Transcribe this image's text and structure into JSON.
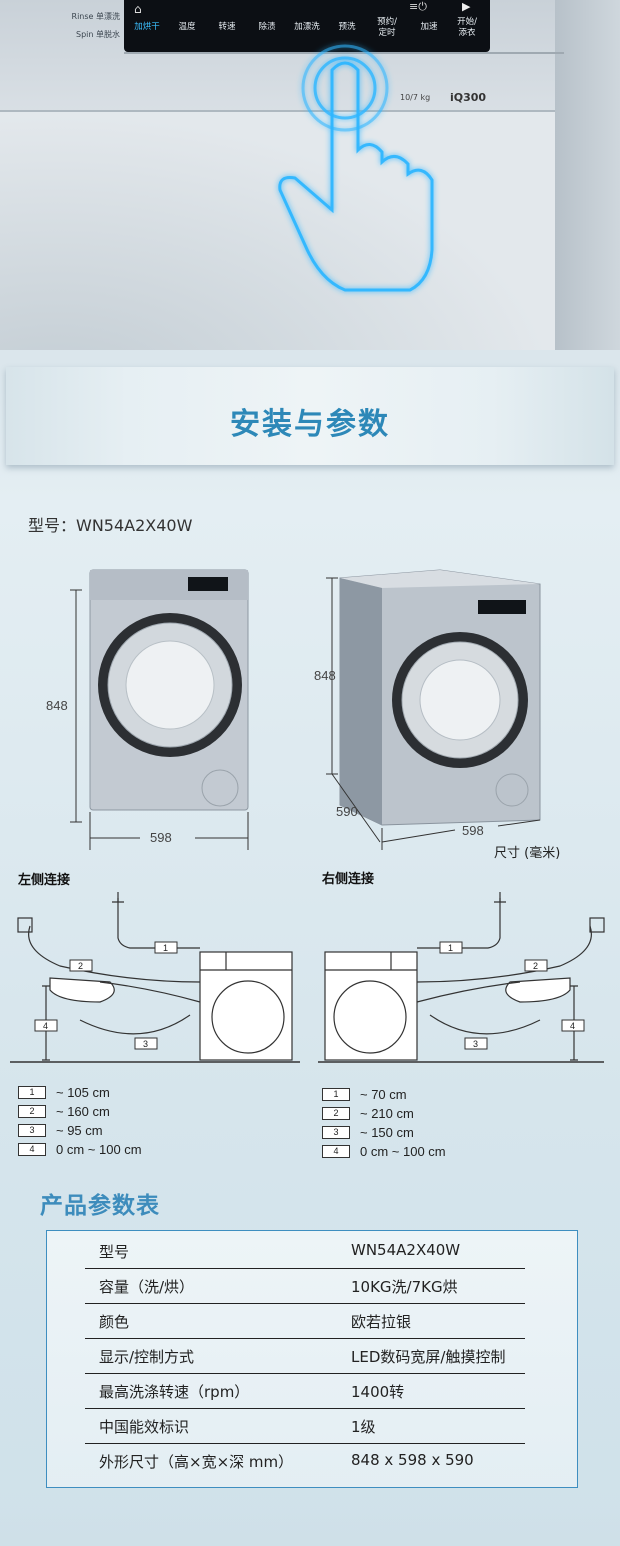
{
  "hero": {
    "side_labels": [
      "Rinse 单漂洗",
      "Spin 单脱水"
    ],
    "panel_buttons": [
      "加烘干",
      "温度",
      "转速",
      "除渍",
      "加漂洗",
      "预洗",
      "预约/\n定时",
      "加速",
      "开始/\n添衣"
    ],
    "panel_buttons_split": [
      [
        "加烘干"
      ],
      [
        "温度"
      ],
      [
        "转速"
      ],
      [
        "除渍"
      ],
      [
        "加漂洗"
      ],
      [
        "预洗"
      ],
      [
        "预约/",
        "定时"
      ],
      [
        "加速"
      ],
      [
        "开始/",
        "添衣"
      ]
    ],
    "capacity_tag": "10/7 kg",
    "series_tag": "iQ300",
    "accent_color": "#3cc0ff"
  },
  "banner": {
    "title": "安装与参数"
  },
  "model_line": "型号：WN54A2X40W",
  "dimensions": {
    "front_height": "848",
    "front_width": "598",
    "side_height": "848",
    "side_depth": "590",
    "side_width": "598",
    "unit": "尺寸 (毫米)"
  },
  "connections": {
    "left_title": "左侧连接",
    "right_title": "右侧连接",
    "left_legend": [
      {
        "n": "1",
        "value": "~ 105 cm"
      },
      {
        "n": "2",
        "value": "~ 160 cm"
      },
      {
        "n": "3",
        "value": "~ 95 cm"
      },
      {
        "n": "4",
        "value": "0 cm ~ 100 cm"
      }
    ],
    "right_legend": [
      {
        "n": "1",
        "value": "~ 70 cm"
      },
      {
        "n": "2",
        "value": "~ 210 cm"
      },
      {
        "n": "3",
        "value": "~ 150 cm"
      },
      {
        "n": "4",
        "value": "0 cm ~ 100 cm"
      }
    ]
  },
  "params": {
    "title": "产品参数表",
    "rows": [
      {
        "k": "型号",
        "v": "WN54A2X40W"
      },
      {
        "k": "容量（洗/烘）",
        "v": "10KG洗/7KG烘"
      },
      {
        "k": "颜色",
        "v": "欧若拉银"
      },
      {
        "k": "显示/控制方式",
        "v": "LED数码宽屏/触摸控制"
      },
      {
        "k": "最高洗涤转速（rpm）",
        "v": "1400转"
      },
      {
        "k": "中国能效标识",
        "v": "1级"
      },
      {
        "k": "外形尺寸（高×宽×深 mm）",
        "v": "848 x 598 x 590"
      }
    ]
  }
}
